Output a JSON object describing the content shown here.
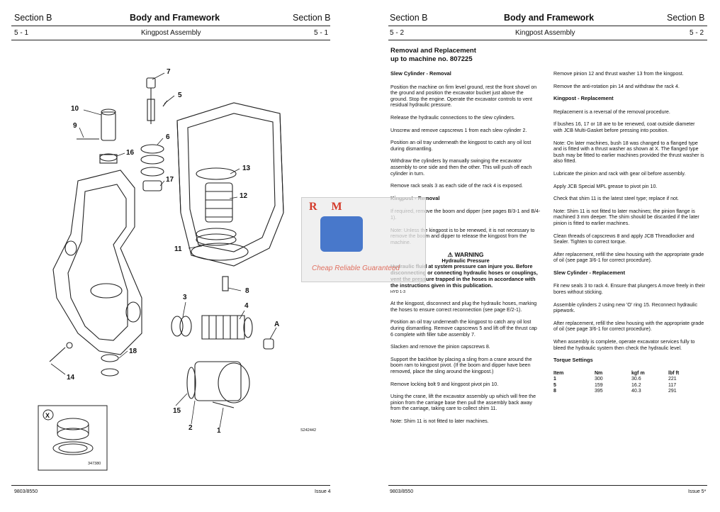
{
  "left": {
    "section_left": "Section B",
    "title": "Body and Framework",
    "section_right": "Section B",
    "page_left": "5 - 1",
    "subtitle": "Kingpost Assembly",
    "page_right": "5 - 1",
    "callouts": [
      "7",
      "5",
      "10",
      "6",
      "9",
      "16",
      "13",
      "12",
      "17",
      "11",
      "8",
      "3",
      "4",
      "A",
      "18",
      "14",
      "15",
      "2",
      "1"
    ],
    "fig_code": "S242442",
    "inset_label": "X",
    "inset_code": "347380",
    "footer_left": "9803/8550",
    "footer_right": "Issue 4"
  },
  "right": {
    "section_left": "Section B",
    "title": "Body and Framework",
    "section_right": "Section B",
    "page_left": "5 - 2",
    "subtitle": "Kingpost Assembly",
    "page_right": "5 - 2",
    "main_heading_1": "Removal and Replacement",
    "main_heading_2": "up to machine no. 807225",
    "col1": [
      {
        "t": "h",
        "text": "Slew Cylinder - Removal"
      },
      {
        "t": "p",
        "text": "Position the machine on firm level ground, rest the front shovel on the ground and position the excavator bucket just above the ground. Stop the engine. Operate the excavator controls to vent residual hydraulic pressure."
      },
      {
        "t": "p",
        "text": "Release the hydraulic connections to the slew cylinders."
      },
      {
        "t": "p",
        "text": "Unscrew and remove capscrews 1 from each slew cylinder 2."
      },
      {
        "t": "p",
        "text": "Position an oil tray underneath the kingpost to catch any oil lost during dismantling."
      },
      {
        "t": "p",
        "text": "Withdraw the cylinders by manually swinging the excavator assembly to one side and then the other. This will push off each cylinder in turn."
      },
      {
        "t": "p",
        "text": "Remove rack seals 3 as each side of the rack 4 is exposed."
      },
      {
        "t": "h",
        "text": "Kingpost - Removal"
      },
      {
        "t": "p",
        "text": "If required, remove the boom and dipper (see pages B/3-1 and B/4-1)."
      },
      {
        "t": "p",
        "text": "Note: Unless the kingpost is to be renewed, it is not necessary to remove the boom and dipper to release the kingpost from the machine."
      }
    ],
    "warning_title": "WARNING",
    "warning_sub": "Hydraulic Pressure",
    "warning_text": "Hydraulic fluid at system pressure can injure you. Before disconnecting or connecting hydraulic hoses or couplings, vent the pressure trapped in the hoses in accordance with the instructions given in this publication.",
    "warning_code": "HYD 1-3",
    "col1b": [
      "At the kingpost, disconnect and plug the hydraulic hoses, marking the hoses to ensure correct reconnection (see page E/2-1).",
      "Position an oil tray underneath the kingpost to catch any oil lost during dismantling. Remove capscrews 5 and lift off the thrust cap 6 complete with filler tube assembly 7.",
      "Slacken and remove the pinion capscrews 8.",
      "Support the backhoe by placing a sling from a crane around the boom ram to kingpost pivot. (If the boom and dipper have been removed, place the sling around the kingpost.)",
      "Remove locking bolt 9 and kingpost pivot pin 10.",
      "Using the crane, lift the excavator assembly up which will free the pinion from the carriage base then pull the assembly back away from the carriage, taking care to collect shim 11.",
      "Note: Shim 11 is not fitted to later machines."
    ],
    "col2": [
      {
        "t": "p",
        "text": "Remove pinion 12 and thrust washer 13 from the kingpost."
      },
      {
        "t": "p",
        "text": "Remove the anti-rotation pin 14 and withdraw the rack 4."
      },
      {
        "t": "h",
        "text": "Kingpost - Replacement"
      },
      {
        "t": "p",
        "text": "Replacement is a reversal of the removal procedure."
      },
      {
        "t": "p",
        "text": "If bushes 16, 17 or 18 are to be renewed, coat outside diameter with JCB Multi-Gasket before pressing into position."
      },
      {
        "t": "p",
        "text": "Note: On later machines, bush 18 was changed to a flanged type and is fitted with a thrust washer as shown at X. The flanged type bush may be fitted to earlier machines provided the thrust washer is also fitted."
      },
      {
        "t": "p",
        "text": "Lubricate the pinion and rack with gear oil before assembly."
      },
      {
        "t": "p",
        "text": "Apply JCB Special MPL grease to pivot pin 10."
      },
      {
        "t": "p",
        "text": "Check that shim 11 is the latest steel type; replace if not."
      },
      {
        "t": "p",
        "text": "Note: Shim 11 is not fitted to later machines; the pinion flange is machined 3 mm deeper. The shim should be discarded if the later pinion is fitted to earlier machines."
      },
      {
        "t": "p",
        "text": "Clean threads of capscrews 8 and apply JCB Threadlocker and Sealer. Tighten to correct torque."
      },
      {
        "t": "p",
        "text": "After replacement, refill the slew housing with the appropriate grade of oil (see page 3/6-1 for correct procedure)."
      },
      {
        "t": "h",
        "text": "Slew Cylinder - Replacement"
      },
      {
        "t": "p",
        "text": "Fit new seals 3 to rack 4. Ensure that plungers A move freely in their bores without sticking."
      },
      {
        "t": "p",
        "text": "Assemble cylinders 2 using new 'O' ring 15. Reconnect hydraulic pipework."
      },
      {
        "t": "p",
        "text": "After replacement, refill the slew housing with the appropriate grade of oil (see page 3/6-1 for correct procedure)."
      },
      {
        "t": "p",
        "text": "When assembly is complete, operate excavator services fully to bleed the hydraulic system then check the hydraulic level."
      },
      {
        "t": "h",
        "text": "Torque Settings"
      }
    ],
    "torque": {
      "headers": [
        "Item",
        "Nm",
        "kgf m",
        "lbf ft"
      ],
      "rows": [
        [
          "1",
          "300",
          "30.6",
          "221"
        ],
        [
          "5",
          "159",
          "16.2",
          "117"
        ],
        [
          "8",
          "395",
          "40.3",
          "291"
        ]
      ]
    },
    "footer_left": "9803/8550",
    "footer_right": "Issue 5*"
  },
  "watermark": {
    "letters": "R M",
    "slogan": "Cheap Reliable Guaranteed",
    "accent": "#2a63c4",
    "red": "#d43a2a"
  }
}
